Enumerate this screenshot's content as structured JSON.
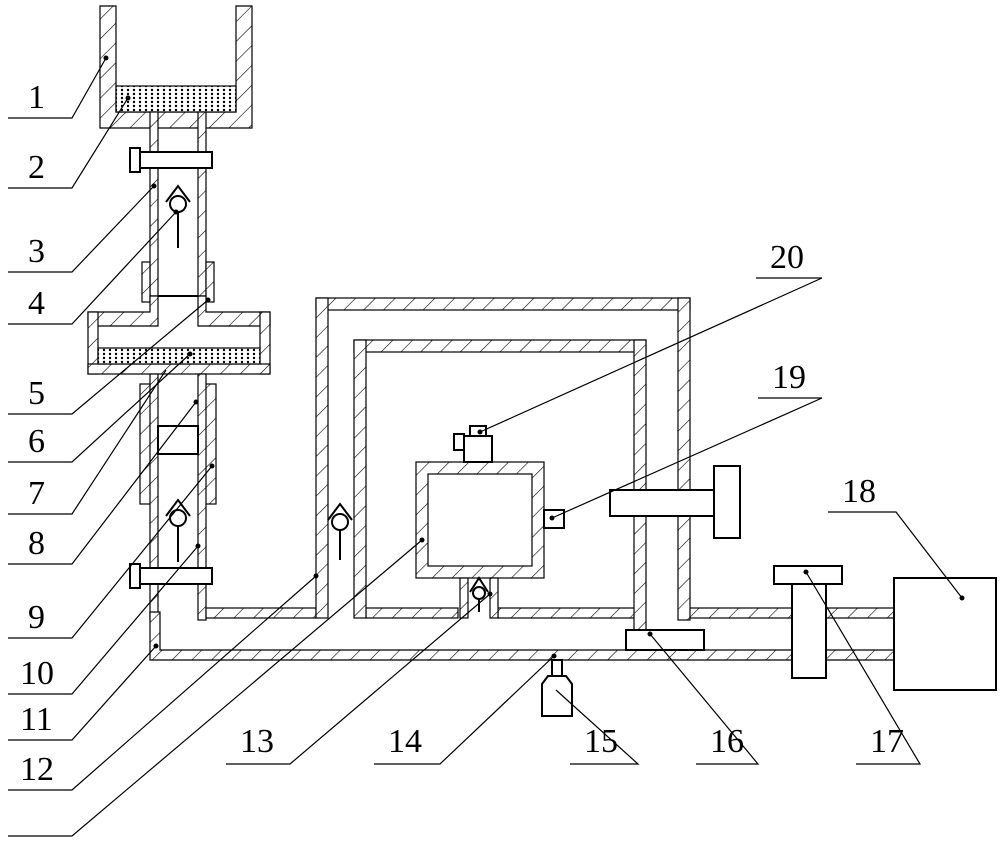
{
  "labels": [
    "1",
    "2",
    "3",
    "4",
    "5",
    "6",
    "7",
    "8",
    "9",
    "10",
    "11",
    "12",
    "13",
    "14",
    "15",
    "16",
    "17",
    "18",
    "19",
    "20"
  ],
  "colors": {
    "ink": "#000000",
    "background": "#ffffff"
  }
}
